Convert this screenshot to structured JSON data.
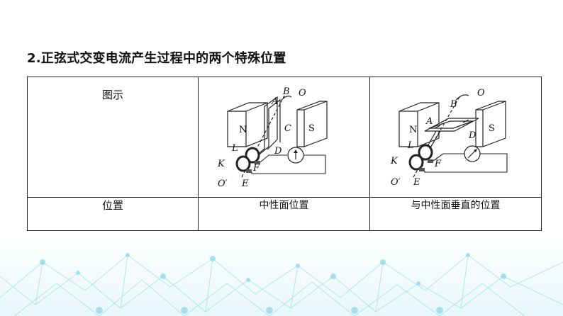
{
  "heading": "2.正弦式交变电流产生过程中的两个特殊位置",
  "table": {
    "row_labels": [
      "图示",
      "位置"
    ],
    "captions": [
      "中性面位置",
      "与中性面垂直的位置"
    ]
  },
  "diagram1": {
    "north": "N",
    "south": "S",
    "labels": {
      "A": "A",
      "B": "B",
      "C": "C",
      "D": "D",
      "E": "E",
      "F": "F",
      "K": "K",
      "L": "L",
      "O": "O",
      "O2": "O′"
    }
  },
  "diagram2": {
    "north": "N",
    "south": "S",
    "labels": {
      "A": "A",
      "B": "B",
      "D": "D",
      "E": "E",
      "F": "F",
      "K": "K",
      "L": "L",
      "O": "O",
      "O2": "O′"
    }
  },
  "colors": {
    "accent": "#7fd6e6",
    "line": "#222222",
    "shade": "#555555"
  }
}
